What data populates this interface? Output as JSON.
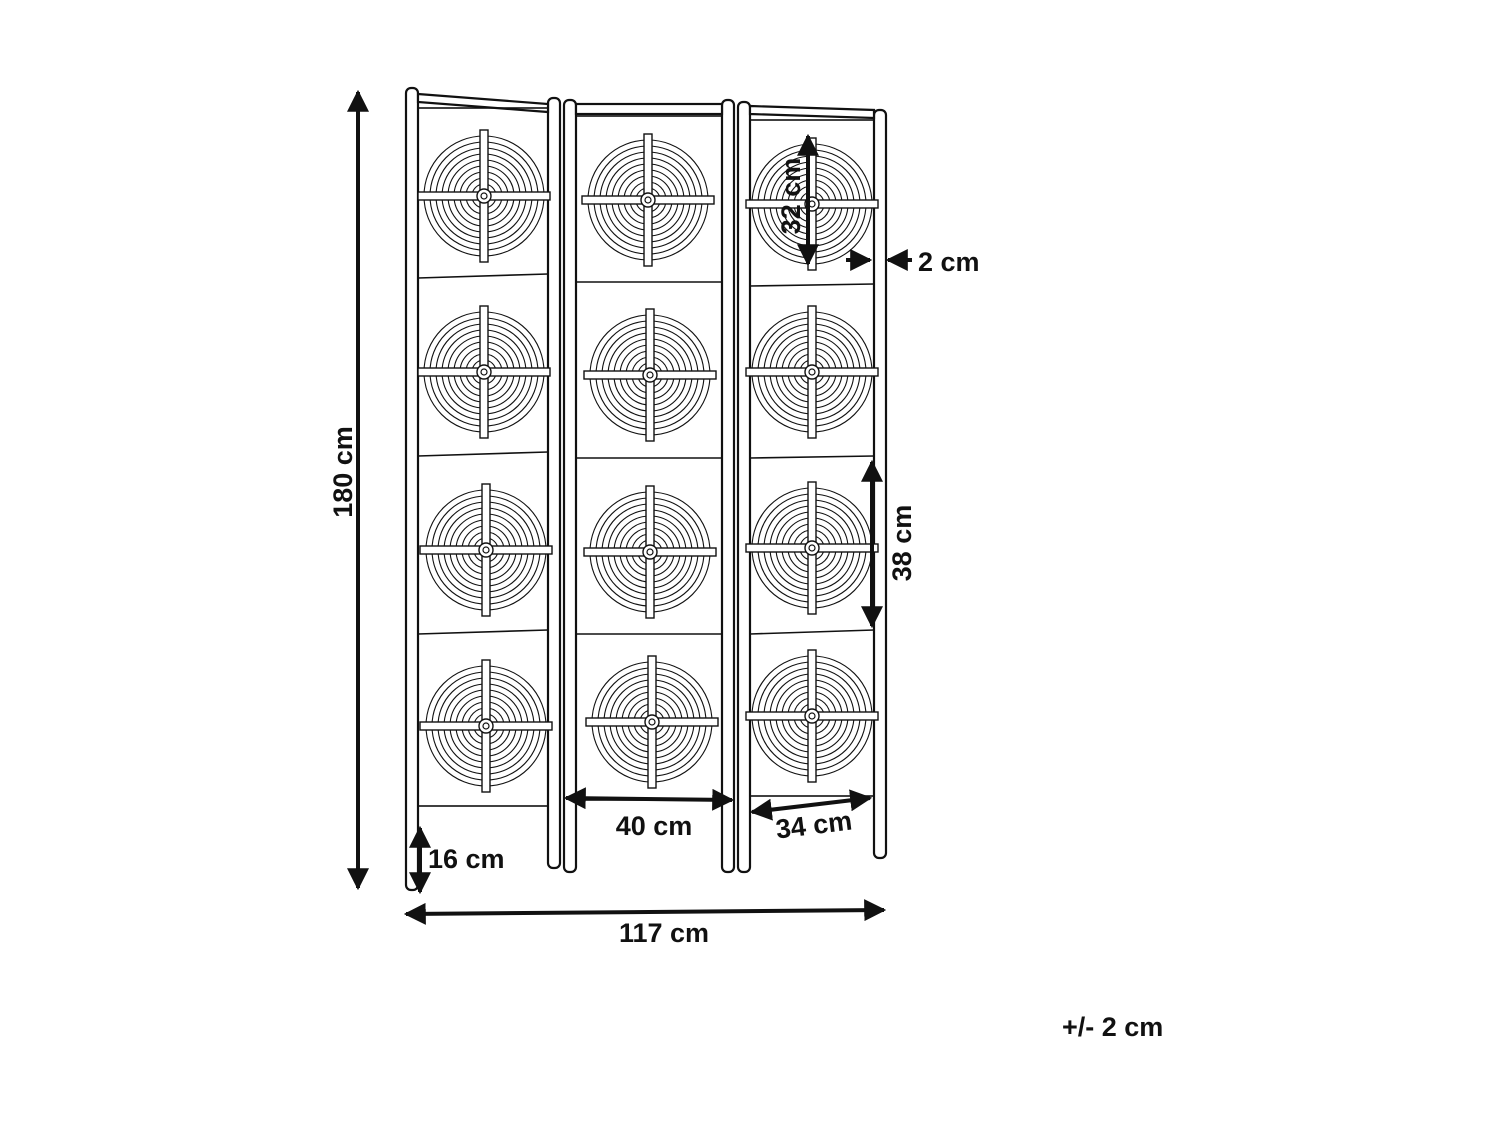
{
  "diagram": {
    "dimensions": {
      "height_total": "180 cm",
      "width_total": "117 cm",
      "leg_height": "16 cm",
      "middle_panel_width": "40 cm",
      "side_panel_width": "34 cm",
      "motif_diameter": "32 cm",
      "frame_thickness": "2 cm",
      "section_height": "38 cm"
    },
    "tolerance": "+/- 2 cm"
  }
}
